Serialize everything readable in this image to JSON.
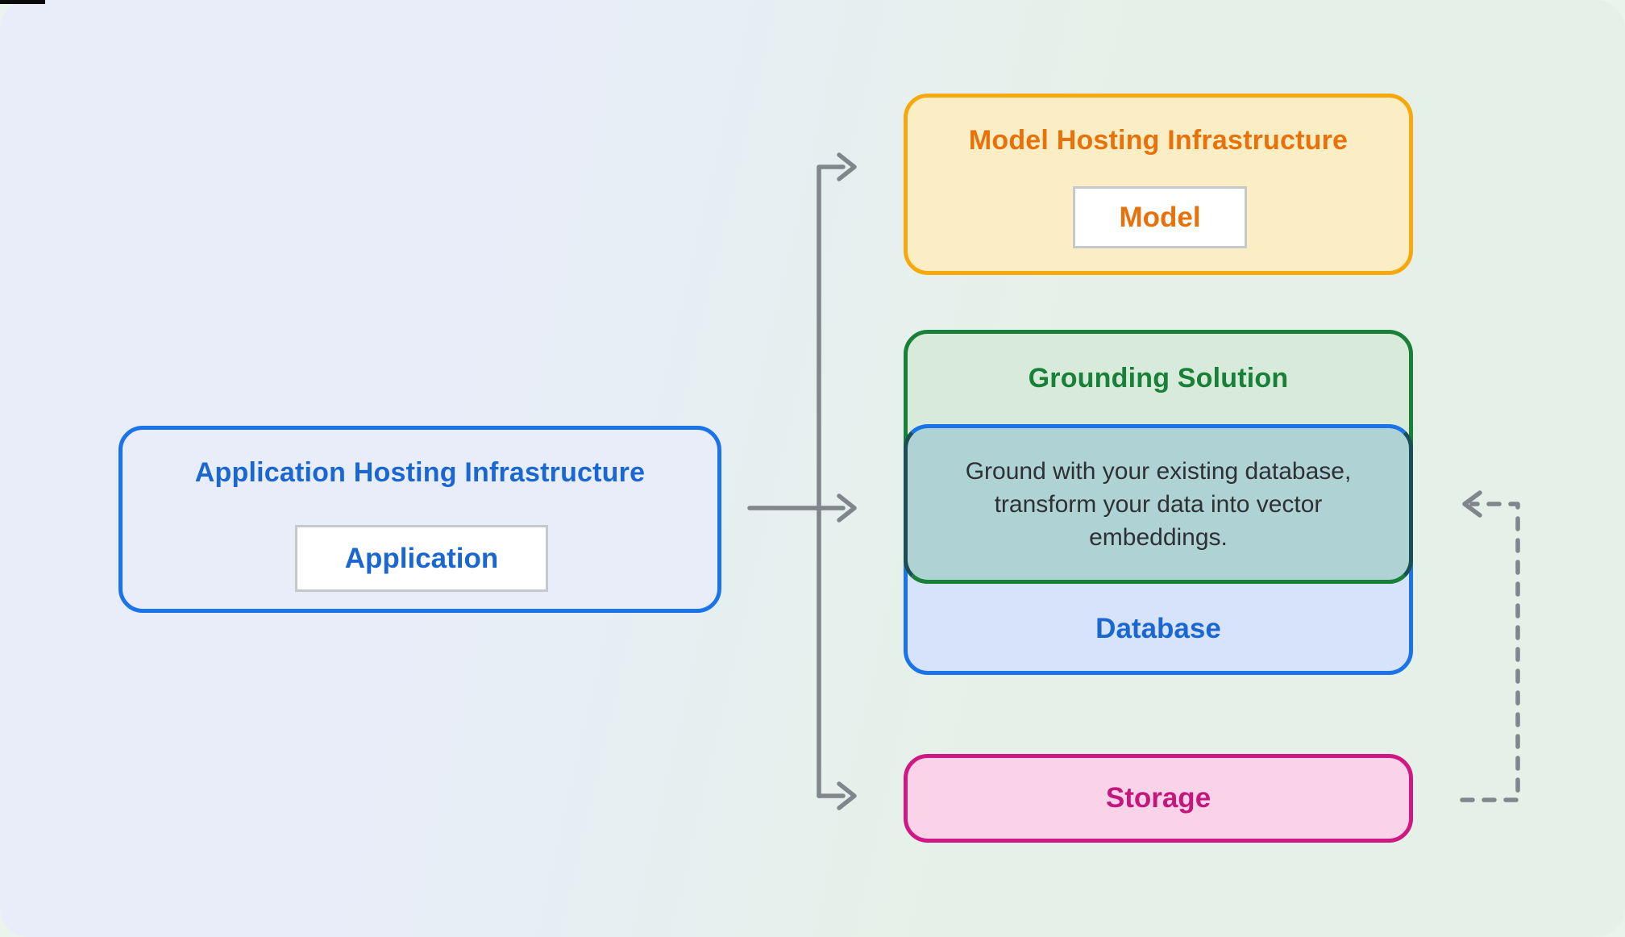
{
  "diagram": {
    "app_box": {
      "title": "Application Hosting Infrastructure",
      "chip": "Application"
    },
    "model_box": {
      "title": "Model Hosting Infrastructure",
      "chip": "Model"
    },
    "grounding_box": {
      "title": "Grounding Solution",
      "description": "Ground with your existing database, transform your data into vector embeddings."
    },
    "database_box": {
      "label": "Database"
    },
    "storage_box": {
      "label": "Storage"
    },
    "colors": {
      "background_left": "#E8EDF9",
      "background_right": "#E5F1E8",
      "blue_border": "#1A73E8",
      "blue_text": "#1A67D2",
      "blue_fill": "#D7E3FA",
      "orange_border": "#F6A80C",
      "orange_text": "#E8710A",
      "yellow_fill": "#FBEEC4",
      "green_border": "#188038",
      "green_fill": "#D8EBDA",
      "teal_fill": "#AFD2D5",
      "pink_border": "#D01884",
      "pink_text": "#C2187E",
      "pink_fill": "#FAD3E8",
      "arrow_gray": "#80868B"
    }
  }
}
